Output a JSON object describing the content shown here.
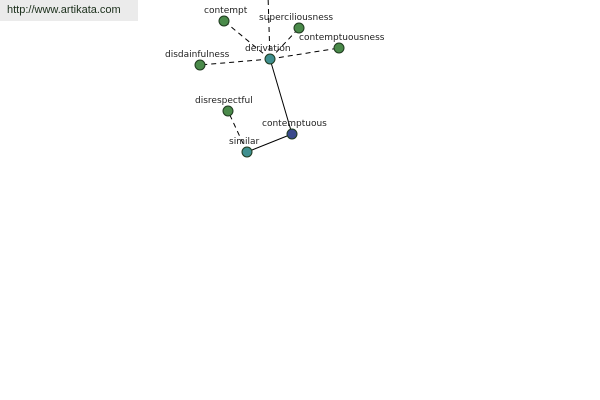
{
  "watermark": {
    "url": "http://www.artikata.com"
  },
  "colors": {
    "word_node": "#4a8a4a",
    "hub_node": "#3f8f8f",
    "focus_node": "#3a4a8c",
    "edge": "#000000"
  },
  "graph": {
    "nodes": [
      {
        "id": "contempt",
        "label": "contempt",
        "kind": "word"
      },
      {
        "id": "superciliousness",
        "label": "superciliousness",
        "kind": "word"
      },
      {
        "id": "derivation",
        "label": "derivation",
        "kind": "hub"
      },
      {
        "id": "contemptuousness",
        "label": "contemptuousness",
        "kind": "word"
      },
      {
        "id": "disdainfulness",
        "label": "disdainfulness",
        "kind": "word"
      },
      {
        "id": "disrespectful",
        "label": "disrespectful",
        "kind": "word"
      },
      {
        "id": "contemptuous",
        "label": "contemptuous",
        "kind": "focus"
      },
      {
        "id": "similar",
        "label": "similar",
        "kind": "hub"
      }
    ],
    "edges": [
      {
        "from": "derivation",
        "to": "contempt",
        "style": "dashed"
      },
      {
        "from": "derivation",
        "to": "superciliousness",
        "style": "dashed"
      },
      {
        "from": "derivation",
        "to": "contemptuousness",
        "style": "dashed"
      },
      {
        "from": "derivation",
        "to": "disdainfulness",
        "style": "dashed"
      },
      {
        "from": "derivation",
        "to": "offscreen-top",
        "style": "dashed"
      },
      {
        "from": "derivation",
        "to": "contemptuous",
        "style": "solid"
      },
      {
        "from": "similar",
        "to": "contemptuous",
        "style": "solid"
      },
      {
        "from": "similar",
        "to": "disrespectful",
        "style": "dashed"
      }
    ]
  }
}
